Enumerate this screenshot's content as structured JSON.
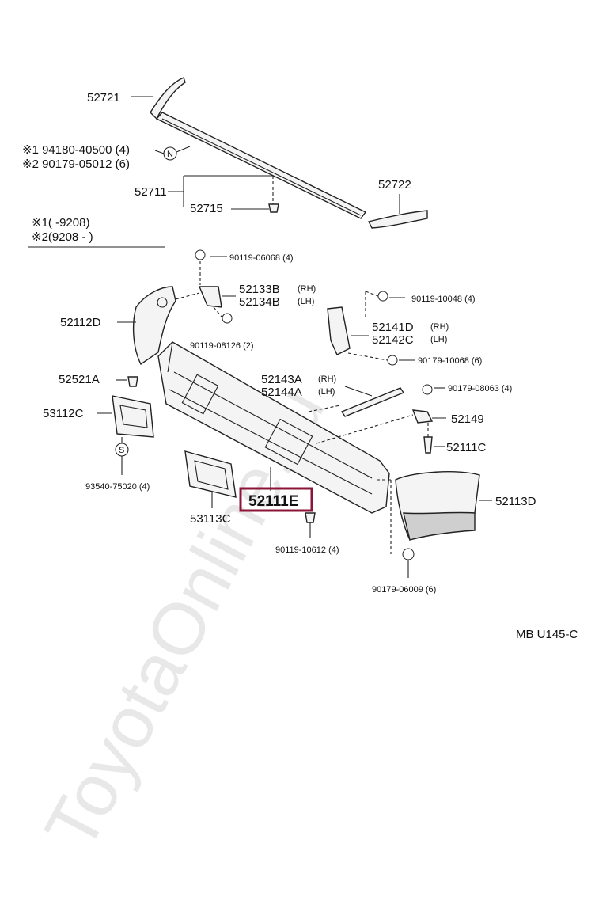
{
  "watermark": "ToyotaOnline.ru",
  "labels": {
    "p52721": "52721",
    "note1": "※1 94180-40500 (4)",
    "note2": "※2 90179-05012 (6)",
    "circle_n": "N",
    "p52711": "52711",
    "p52715": "52715",
    "p52722": "52722",
    "legend1": "※1(        -9208)",
    "legend2": "※2(9208 -        )",
    "p90119_06068": "90119-06068 (4)",
    "p52133b": "52133B",
    "p52134b": "52134B",
    "rh1": "(RH)",
    "lh1": "(LH)",
    "p90119_10048": "90119-10048 (4)",
    "p52112d": "52112D",
    "p90119_08126": "90119-08126 (2)",
    "p52141d": "52141D",
    "p52142c": "52142C",
    "rh2": "(RH)",
    "lh2": "(LH)",
    "p90179_10068": "90179-10068 (6)",
    "p52521a": "52521A",
    "p52143a": "52143A",
    "p52144a": "52144A",
    "rh3": "(RH)",
    "lh3": "(LH)",
    "p90179_08063": "90179-08063 (4)",
    "p53112c": "53112C",
    "p52149": "52149",
    "circle_s": "S",
    "p52111c": "52111C",
    "p93540_75020": "93540-75020 (4)",
    "p52111e": "52111E",
    "p52113d": "52113D",
    "p53113c": "53113C",
    "p90119_10612": "90119-10612 (4)",
    "p90179_06009": "90179-06009 (6)",
    "code": "MB  U145-C"
  },
  "colors": {
    "highlight": "#8b1538"
  }
}
